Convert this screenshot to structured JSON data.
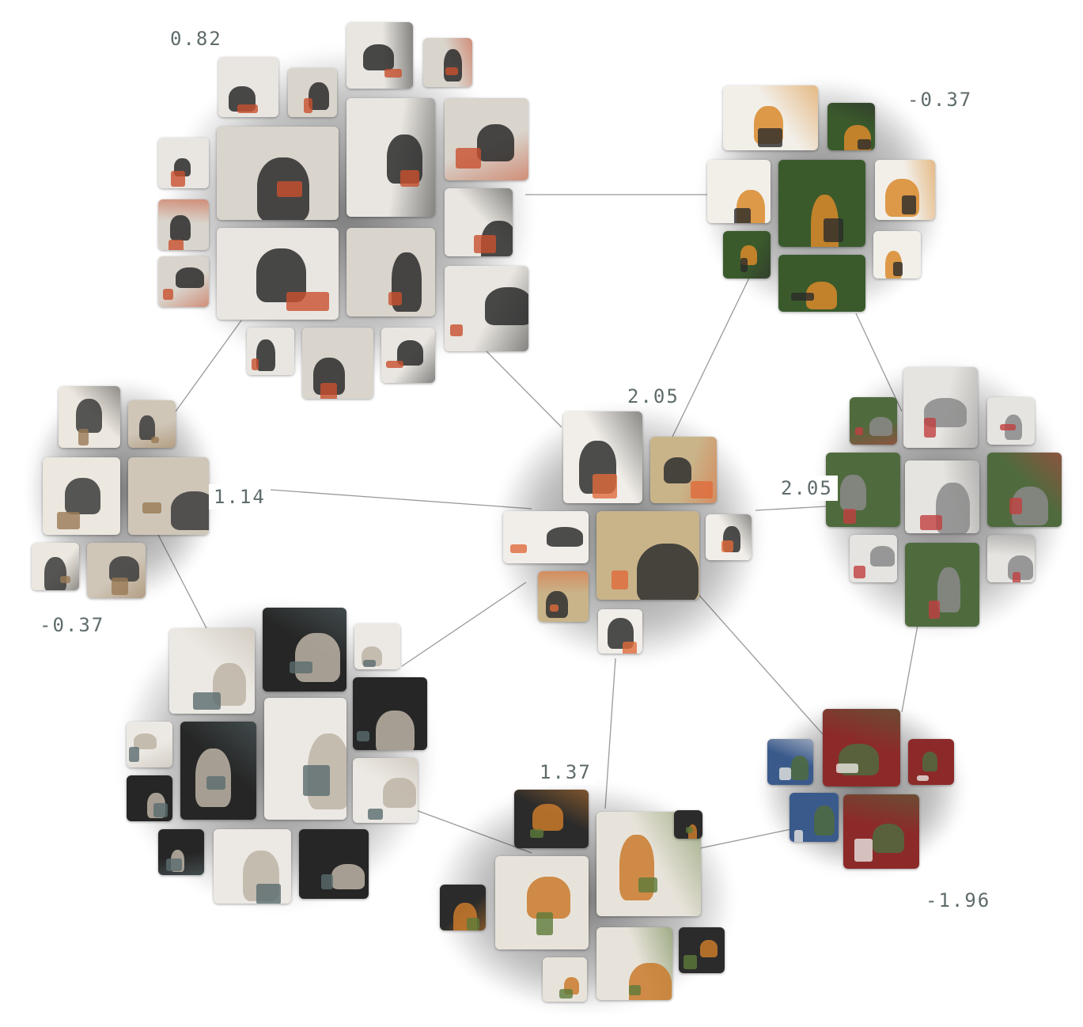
{
  "scores": {
    "top_left": "0.82",
    "top_right": "-0.37",
    "center": "2.05",
    "right": "2.05",
    "left_mid": "1.14",
    "left_low": "-0.37",
    "bottom": "1.37",
    "bottom_right": "-1.96"
  },
  "palette": {
    "edge": "#9a9a9a",
    "label": "#5f6b6b",
    "halo": "#1a1a1a"
  },
  "clusters": [
    {
      "id": "fashion-interiors",
      "theme": [
        "#e9e6e1",
        "#d9d4cc",
        "#2a2a2a",
        "#c8502e"
      ]
    },
    {
      "id": "plated-food",
      "theme": [
        "#f2efe9",
        "#3a5a2c",
        "#d98a2b",
        "#2b2b2b"
      ]
    },
    {
      "id": "living-rooms",
      "theme": [
        "#ece7df",
        "#cfc6b8",
        "#3b3b3b",
        "#9a7a55"
      ]
    },
    {
      "id": "center-mix",
      "theme": [
        "#f1eee9",
        "#c9b48a",
        "#2f2f2f",
        "#e06a3b"
      ]
    },
    {
      "id": "architecture-landscape",
      "theme": [
        "#e6e4e0",
        "#4f6b3e",
        "#8a8a8a",
        "#c04040"
      ]
    },
    {
      "id": "sculpture-portraits",
      "theme": [
        "#ece9e4",
        "#262626",
        "#bdb4a6",
        "#5a6b6e"
      ]
    },
    {
      "id": "dark-food-rooms",
      "theme": [
        "#2b2b2b",
        "#e8e3da",
        "#c97a2c",
        "#5d7a3a"
      ]
    },
    {
      "id": "art-landscape",
      "theme": [
        "#8c2a2a",
        "#3a5a8c",
        "#4f6b3e",
        "#e8e6e2"
      ]
    }
  ]
}
